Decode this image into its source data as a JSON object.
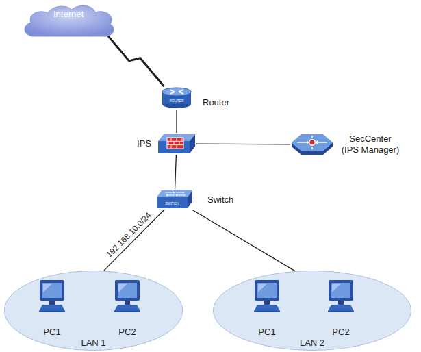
{
  "diagram": {
    "nodes": [
      {
        "text": [
          "Internet"
        ]
      },
      {
        "text": [
          "Router"
        ]
      },
      {
        "text": [
          "IPS"
        ]
      },
      {
        "text": [
          "SecCenter (IPS Manager)"
        ]
      },
      {
        "text": [
          "Switch"
        ]
      },
      {
        "text": [
          "LAN 1"
        ]
      },
      {
        "text": [
          "PC1"
        ],
        "in": 5
      },
      {
        "text": [
          "PC2"
        ],
        "in": 5
      },
      {
        "text": [
          "LAN 2"
        ]
      },
      {
        "text": [
          "PC1"
        ],
        "in": 8
      },
      {
        "text": [
          "PC2"
        ],
        "in": 8
      }
    ],
    "edges": [
      {
        "from": 0,
        "to": 1,
        "arrow": "none"
      },
      {
        "from": 1,
        "to": 2,
        "arrow": "none"
      },
      {
        "from": 2,
        "to": 3,
        "arrow": "none"
      },
      {
        "from": 2,
        "to": 4,
        "arrow": "none"
      },
      {
        "from": 4,
        "to": 5,
        "label": "192.168.10.0/24",
        "arrow": "none"
      },
      {
        "from": 4,
        "to": 8,
        "arrow": "none"
      }
    ],
    "labels": [
      "ROUTER",
      "SWITCH"
    ]
  }
}
